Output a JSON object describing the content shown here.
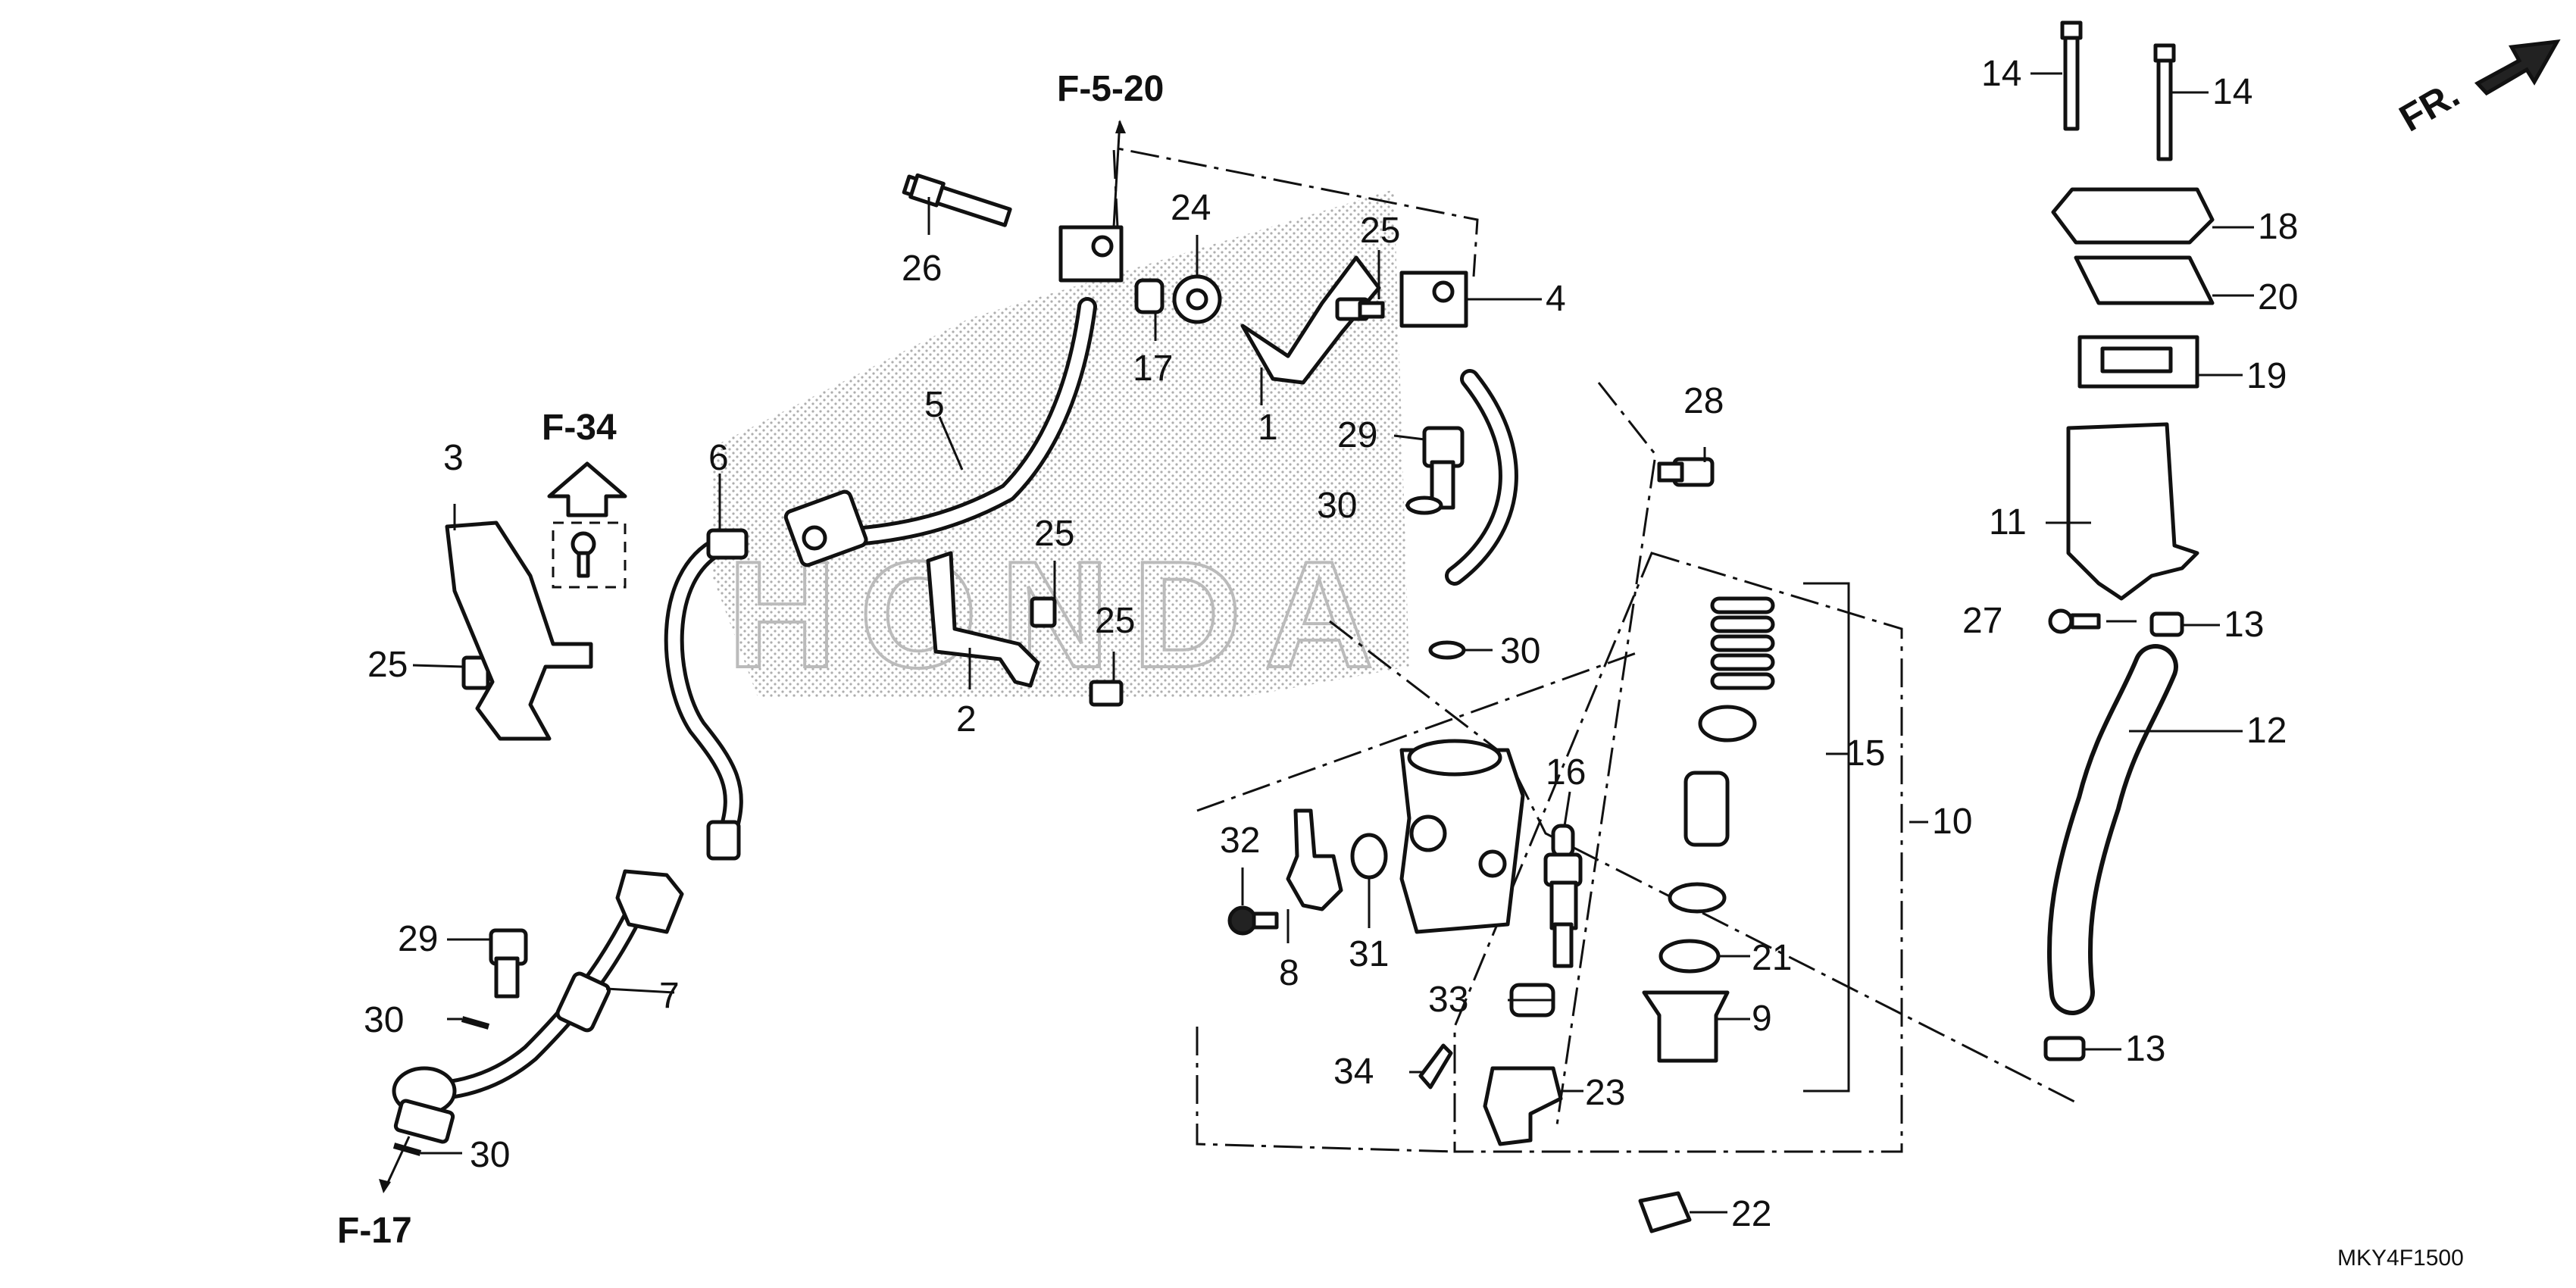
{
  "diagram_code": "MKY4F1500",
  "direction_label": "FR.",
  "references": {
    "top": "F-5-20",
    "left": "F-34",
    "bottom": "F-17"
  },
  "callouts": {
    "p1": "1",
    "p2": "2",
    "p3": "3",
    "p4": "4",
    "p5": "5",
    "p6": "6",
    "p7": "7",
    "p8": "8",
    "p9": "9",
    "p10": "10",
    "p11": "11",
    "p12": "12",
    "p13a": "13",
    "p13b": "13",
    "p14a": "14",
    "p14b": "14",
    "p15": "15",
    "p16": "16",
    "p17": "17",
    "p18": "18",
    "p19": "19",
    "p20": "20",
    "p21": "21",
    "p22": "22",
    "p23": "23",
    "p24": "24",
    "p25a": "25",
    "p25b": "25",
    "p25c": "25",
    "p25d": "25",
    "p26": "26",
    "p27": "27",
    "p28": "28",
    "p29a": "29",
    "p29b": "29",
    "p30a": "30",
    "p30b": "30",
    "p30c": "30",
    "p30d": "30",
    "p31": "31",
    "p32": "32",
    "p33": "33",
    "p34": "34"
  },
  "watermark_text": "HONDA"
}
